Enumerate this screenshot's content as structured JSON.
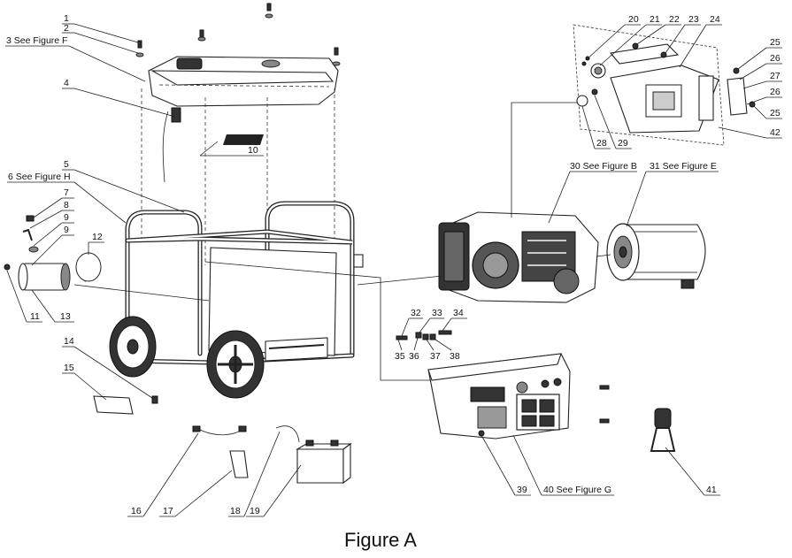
{
  "figure": {
    "caption": "Figure A"
  },
  "callouts": {
    "c1": "1",
    "c2": "2",
    "c3": "3 See Figure F",
    "c4": "4",
    "c5": "5",
    "c6": "6 See Figure H",
    "c7": "7",
    "c8": "8",
    "c9a": "9",
    "c9b": "9",
    "c10": "10",
    "c11": "11",
    "c12": "12",
    "c13": "13",
    "c14": "14",
    "c15": "15",
    "c16": "16",
    "c17": "17",
    "c18": "18",
    "c19": "19",
    "c20": "20",
    "c21": "21",
    "c22": "22",
    "c23": "23",
    "c24": "24",
    "c25a": "25",
    "c25b": "25",
    "c26a": "26",
    "c26b": "26",
    "c27": "27",
    "c28": "28",
    "c29": "29",
    "c30": "30 See Figure B",
    "c31": "31 See Figure E",
    "c32": "32",
    "c33": "33",
    "c34": "34",
    "c35": "35",
    "c36": "36",
    "c37": "37",
    "c38": "38",
    "c39": "39",
    "c40": "40 See Figure G",
    "c41": "41",
    "c42": "42"
  }
}
